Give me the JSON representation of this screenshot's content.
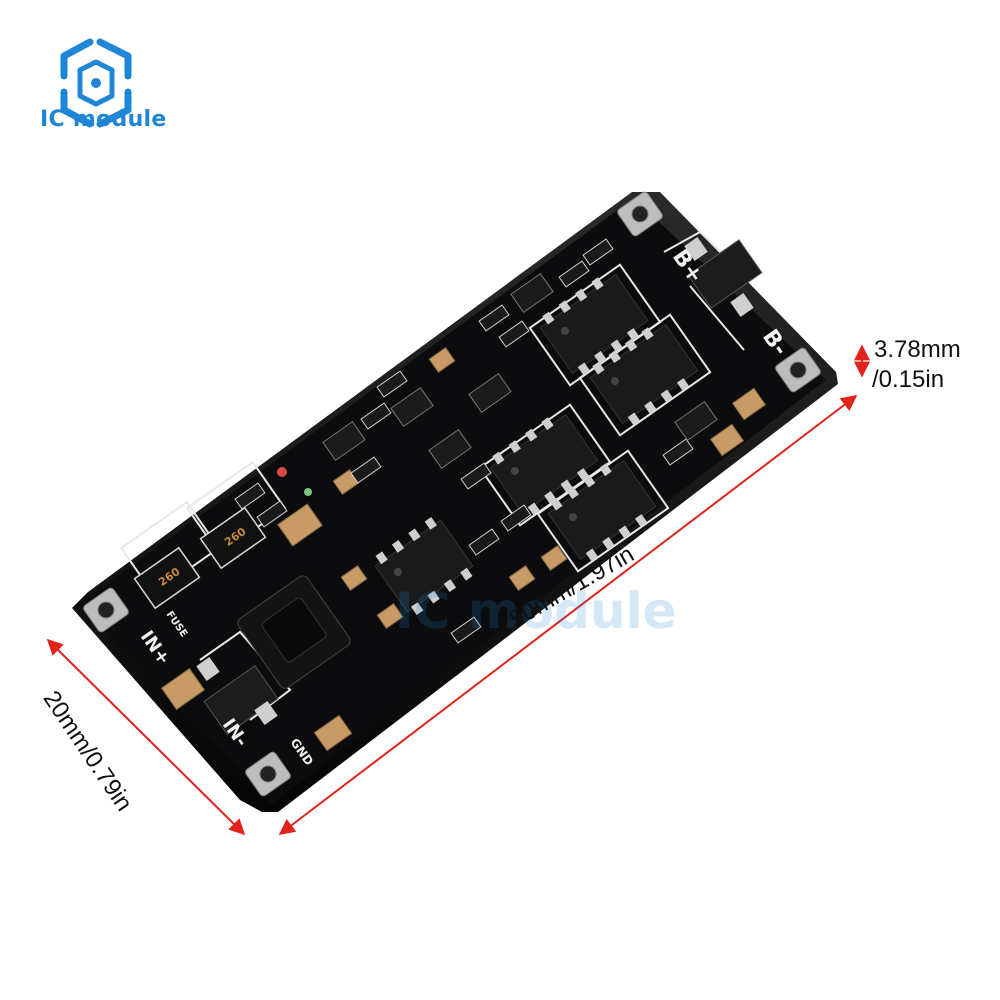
{
  "brand": {
    "name": "IC module",
    "accent": "#1f86d6"
  },
  "dimensions": {
    "thickness_mm": "3.78mm",
    "thickness_in": "/0.15in",
    "length": "50mm/1.97in",
    "width": "20mm/0.79in",
    "arrow_color": "#e0231b"
  },
  "board": {
    "color": "#0c0c0e",
    "silkscreen": {
      "b_plus": "B+",
      "b_minus": "B-",
      "in_plus": "IN+",
      "in_minus": "IN-",
      "gnd": "GND",
      "fuse": "FUSE"
    }
  },
  "watermark": "IC module"
}
